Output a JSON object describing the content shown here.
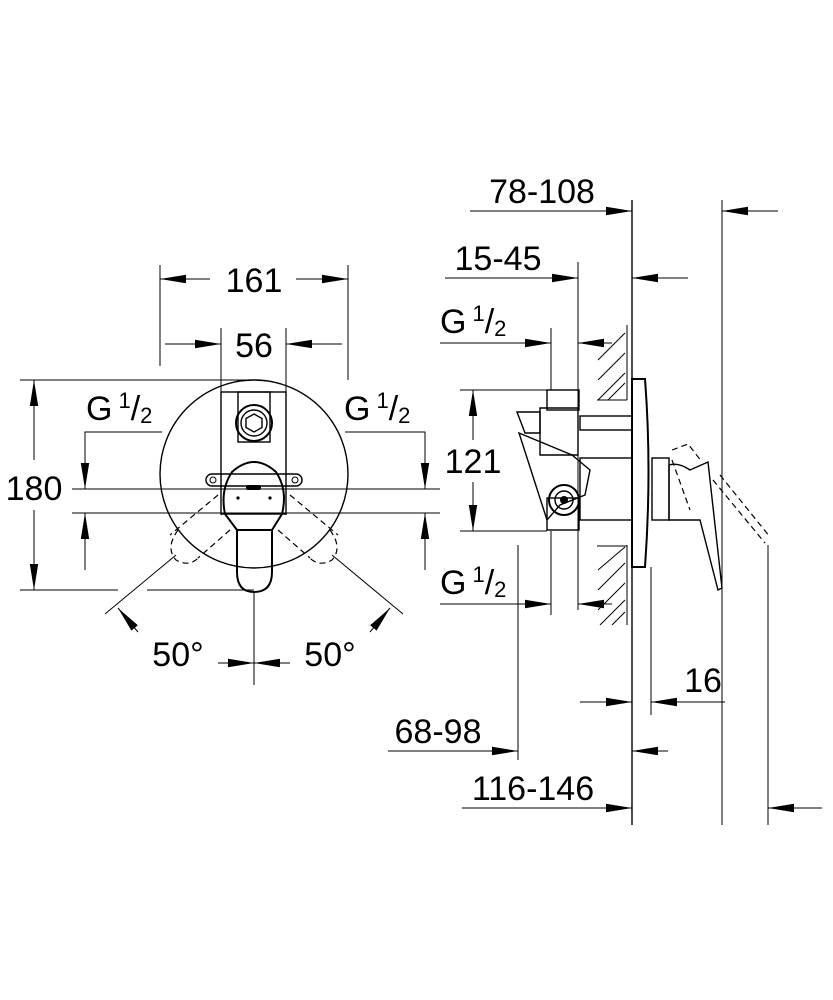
{
  "front_view": {
    "width_overall": "161",
    "width_body": "56",
    "height_overall": "180",
    "thread_left": {
      "letter": "G",
      "num": "1",
      "den": "2",
      "slash": "/"
    },
    "thread_right": {
      "letter": "G",
      "num": "1",
      "den": "2",
      "slash": "/"
    },
    "angle_left": "50°",
    "angle_right": "50°"
  },
  "side_view": {
    "depth_total": "78-108",
    "depth_body": "15-45",
    "thread_top": {
      "letter": "G",
      "num": "1",
      "den": "2",
      "slash": "/"
    },
    "body_height": "121",
    "thread_bottom": {
      "letter": "G",
      "num": "1",
      "den": "2",
      "slash": "/"
    },
    "plate_offset": "16",
    "install_depth": "68-98",
    "install_depth_total": "116-146"
  }
}
